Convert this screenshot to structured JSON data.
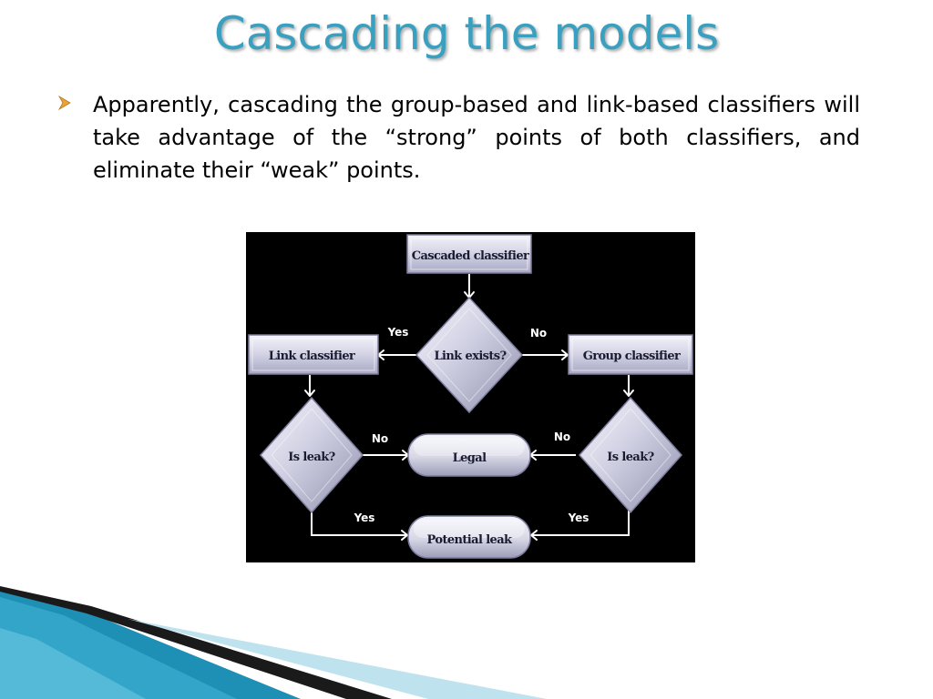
{
  "slide": {
    "title": "Cascading the models",
    "bullet_text": "Apparently, cascading the group-based and link-based classifiers will take advantage of the “strong” points of both classifiers, and eliminate their “weak” points."
  },
  "colors": {
    "title": "#3aa0c0",
    "bullet": "#e8a33a",
    "diagram_background": "#000000",
    "node_fill": "#c8c8dc",
    "node_fill_light": "#f2f2fa",
    "node_border": "#8080a0",
    "decor_teal": "#1e8fb5",
    "decor_dark": "#1a1a1a",
    "decor_light": "#bfe3ee"
  },
  "diagram": {
    "nodes": {
      "cascaded": "Cascaded classifier",
      "link_exists": "Link exists?",
      "link_classifier": "Link classifier",
      "group_classifier": "Group classifier",
      "is_leak_left": "Is leak?",
      "is_leak_right": "Is leak?",
      "legal": "Legal",
      "potential_leak": "Potential leak"
    },
    "edge_labels": {
      "yes_top": "Yes",
      "no_top": "No",
      "no_left": "No",
      "no_right": "No",
      "yes_left": "Yes",
      "yes_right": "Yes"
    }
  }
}
